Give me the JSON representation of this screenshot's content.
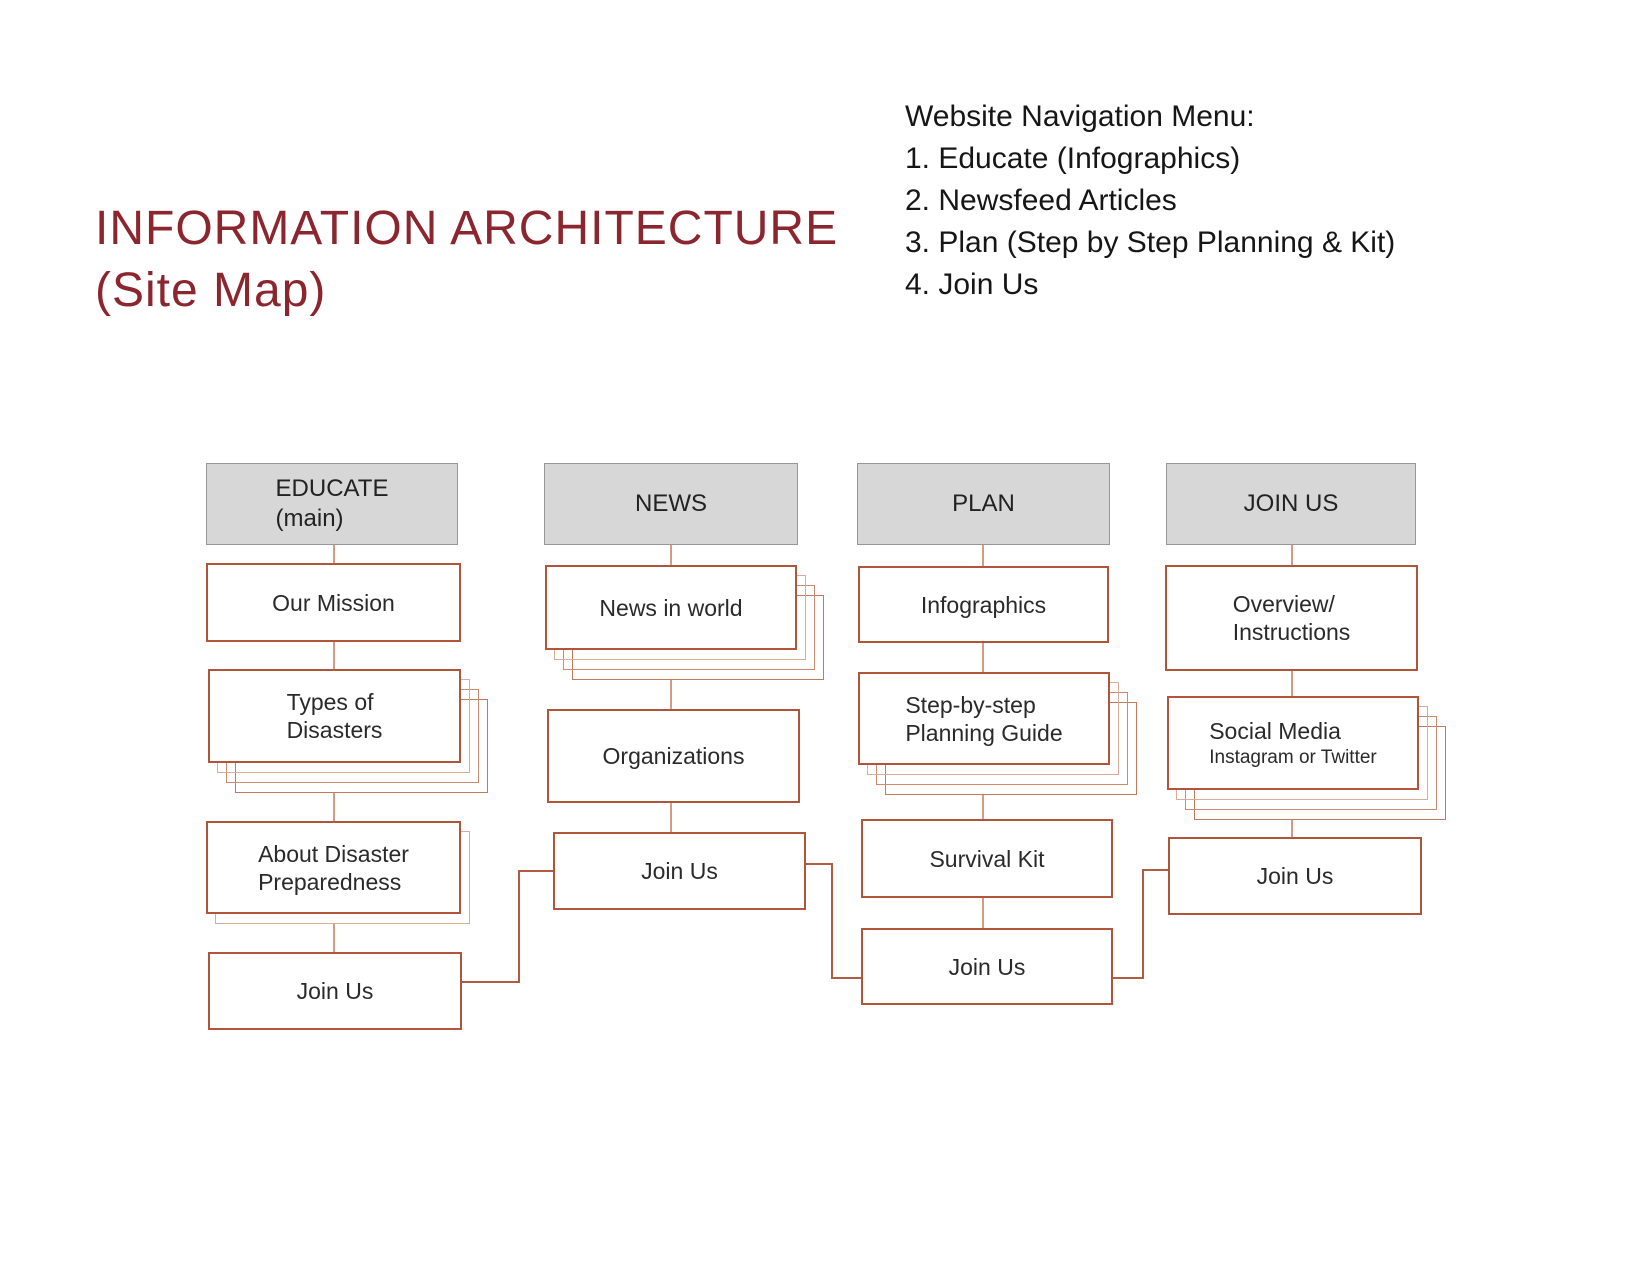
{
  "title": {
    "line1": "INFORMATION ARCHITECTURE",
    "line2": "(Site Map)"
  },
  "nav": {
    "heading": "Website Navigation Menu:",
    "items": [
      "1. Educate (Infographics)",
      "2. Newsfeed Articles",
      "3. Plan (Step by Step Planning & Kit)",
      "4. Join Us"
    ]
  },
  "colors": {
    "title_text": "#8b262f",
    "box_border": "#b1543a",
    "stack_border_light": "#dcab99",
    "stack_border_mid": "#cc8a70",
    "stack_border_deep": "#c17a5b",
    "header_fill": "#d7d7d7",
    "header_border": "#979797",
    "connector_light": "#d59a84",
    "connector_dark": "#b25b41"
  },
  "columns": [
    {
      "header": {
        "lines": [
          "EDUCATE",
          "(main)"
        ]
      },
      "boxes": [
        {
          "lines": [
            "Our Mission"
          ]
        },
        {
          "lines": [
            "Types of",
            "Disasters"
          ]
        },
        {
          "lines": [
            "About Disaster",
            "Preparedness"
          ]
        },
        {
          "lines": [
            "Join Us"
          ]
        }
      ]
    },
    {
      "header": {
        "lines": [
          "NEWS"
        ]
      },
      "boxes": [
        {
          "lines": [
            "News in world"
          ]
        },
        {
          "lines": [
            "Organizations"
          ]
        },
        {
          "lines": [
            "Join Us"
          ]
        }
      ]
    },
    {
      "header": {
        "lines": [
          "PLAN"
        ]
      },
      "boxes": [
        {
          "lines": [
            "Infographics"
          ]
        },
        {
          "lines": [
            "Step-by-step",
            "Planning Guide"
          ]
        },
        {
          "lines": [
            "Survival Kit"
          ]
        },
        {
          "lines": [
            "Join Us"
          ]
        }
      ]
    },
    {
      "header": {
        "lines": [
          "JOIN US"
        ]
      },
      "boxes": [
        {
          "lines": [
            "Overview/",
            "Instructions"
          ]
        },
        {
          "lines": [
            "Social Media",
            "Instagram or Twitter"
          ]
        },
        {
          "lines": [
            "Join Us"
          ]
        }
      ]
    }
  ]
}
